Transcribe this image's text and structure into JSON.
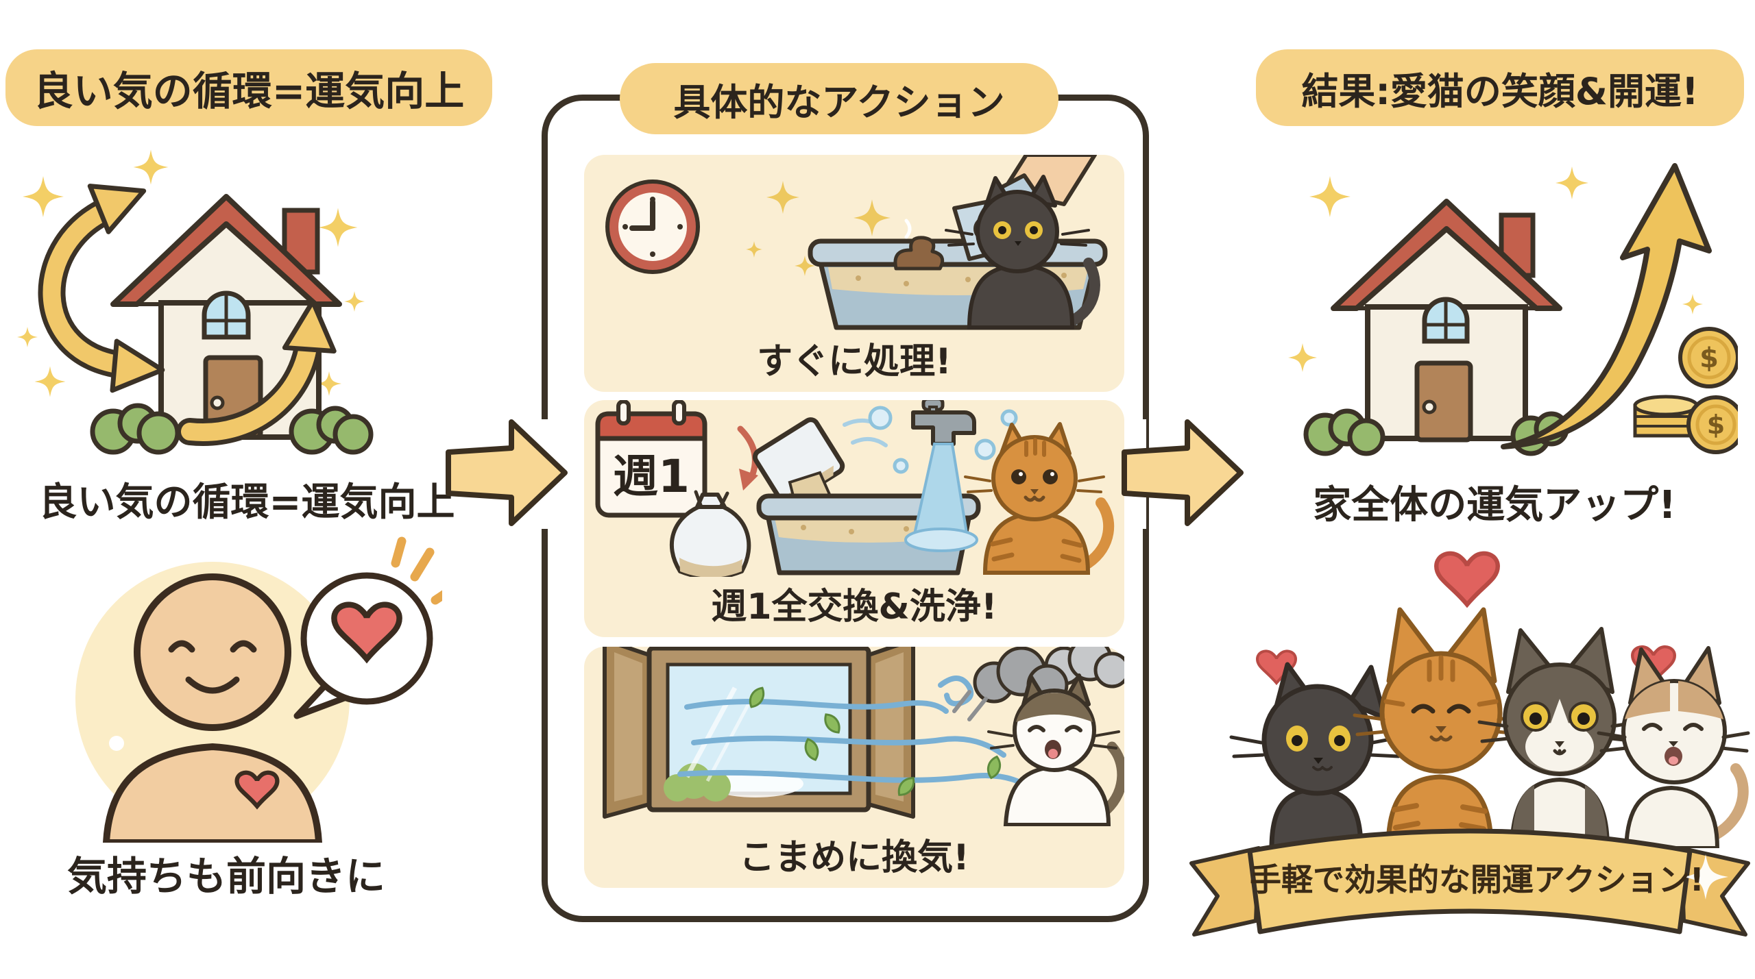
{
  "colors": {
    "accent_yellow": "#f6d388",
    "panel_cream": "#faeed3",
    "outline_dark": "#3b3227",
    "text_dark": "#2b241d",
    "heart_red": "#e0625e",
    "gold": "#eec35c",
    "arrow_yellow": "#f8d794"
  },
  "left_column": {
    "header_label": "良い気の循環=運気向上",
    "house_caption": "良い気の循環=運気向上",
    "person_caption": "気持ちも前向きに"
  },
  "middle_column": {
    "header_label": "具体的なアクション",
    "panels": [
      {
        "caption": "すぐに処理!"
      },
      {
        "caption": "週1全交換&洗浄!",
        "calendar_label": "週1"
      },
      {
        "caption": "こまめに換気!"
      }
    ]
  },
  "right_column": {
    "header_label": "結果:愛猫の笑顔&開運!",
    "house_caption": "家全体の運気アップ!",
    "coin_symbol": "$",
    "banner_label": "手軽で効果的な開運アクション!"
  }
}
